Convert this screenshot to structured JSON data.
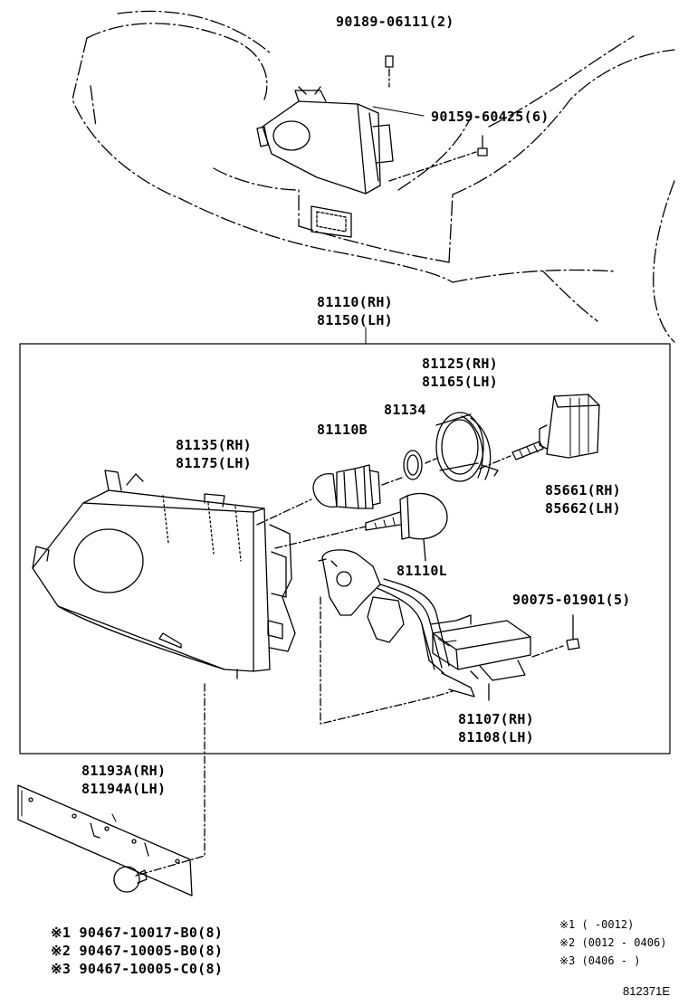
{
  "labels": {
    "p90189": "90189-06111(2)",
    "p90159": "90159-60425(6)",
    "p81110": "81110(RH)",
    "p81150": "81150(LH)",
    "p81125": "81125(RH)",
    "p81165": "81165(LH)",
    "p81134": "81134",
    "p81110b": "81110B",
    "p81135": "81135(RH)",
    "p81175": "81175(LH)",
    "p85661": "85661(RH)",
    "p85662": "85662(LH)",
    "p81110l": "81110L",
    "p90075": "90075-01901(5)",
    "p81107": "81107(RH)",
    "p81108": "81108(LH)",
    "p81193a": "81193A(RH)",
    "p81194a": "81194A(LH)"
  },
  "clip_parts": [
    "※1 90467-10017-B0(8)",
    "※2 90467-10005-B0(8)",
    "※3 90467-10005-C0(8)"
  ],
  "notes": [
    "※1 (      -0012)",
    "※2 (0012 - 0406)",
    "※3 (0406 -     )"
  ],
  "diagram_ref": "812371E"
}
